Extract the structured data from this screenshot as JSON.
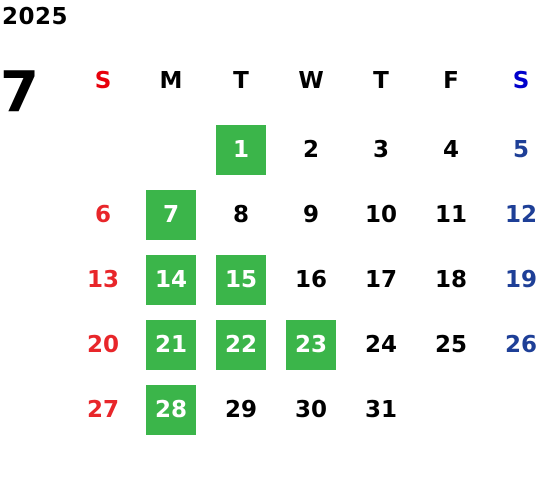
{
  "calendar": {
    "year": "2025",
    "month": "7",
    "weekdays": [
      {
        "label": "S",
        "color": "#e8000b"
      },
      {
        "label": "M",
        "color": "#000000"
      },
      {
        "label": "T",
        "color": "#000000"
      },
      {
        "label": "W",
        "color": "#000000"
      },
      {
        "label": "T",
        "color": "#000000"
      },
      {
        "label": "F",
        "color": "#000000"
      },
      {
        "label": "S",
        "color": "#0000cc"
      }
    ],
    "colors": {
      "sunday": "#e8262a",
      "saturday": "#1e3f97",
      "weekday": "#000000",
      "highlight_bg": "#3bb54a",
      "highlight_text": "#ffffff"
    },
    "days": [
      {
        "num": "1",
        "highlight": true
      },
      {
        "num": "2",
        "highlight": false
      },
      {
        "num": "3",
        "highlight": false
      },
      {
        "num": "4",
        "highlight": false
      },
      {
        "num": "5",
        "highlight": false
      },
      {
        "num": "6",
        "highlight": false
      },
      {
        "num": "7",
        "highlight": true
      },
      {
        "num": "8",
        "highlight": false
      },
      {
        "num": "9",
        "highlight": false
      },
      {
        "num": "10",
        "highlight": false
      },
      {
        "num": "11",
        "highlight": false
      },
      {
        "num": "12",
        "highlight": false
      },
      {
        "num": "13",
        "highlight": false
      },
      {
        "num": "14",
        "highlight": true
      },
      {
        "num": "15",
        "highlight": true
      },
      {
        "num": "16",
        "highlight": false
      },
      {
        "num": "17",
        "highlight": false
      },
      {
        "num": "18",
        "highlight": false
      },
      {
        "num": "19",
        "highlight": false
      },
      {
        "num": "20",
        "highlight": false
      },
      {
        "num": "21",
        "highlight": true
      },
      {
        "num": "22",
        "highlight": true
      },
      {
        "num": "23",
        "highlight": true
      },
      {
        "num": "24",
        "highlight": false
      },
      {
        "num": "25",
        "highlight": false
      },
      {
        "num": "26",
        "highlight": false
      },
      {
        "num": "27",
        "highlight": false
      },
      {
        "num": "28",
        "highlight": true
      },
      {
        "num": "29",
        "highlight": false
      },
      {
        "num": "30",
        "highlight": false
      },
      {
        "num": "31",
        "highlight": false
      }
    ]
  }
}
